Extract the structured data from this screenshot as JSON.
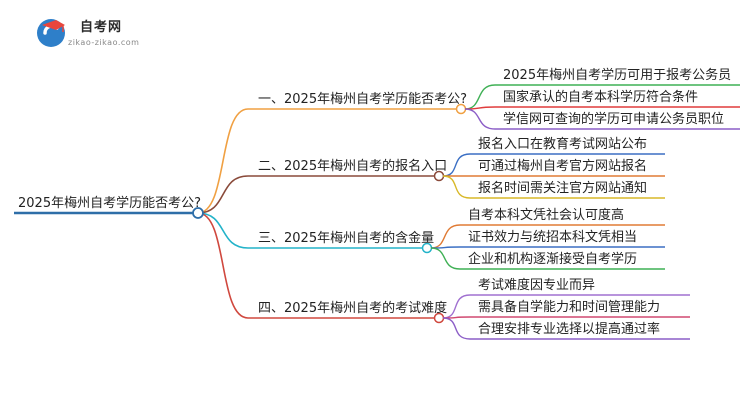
{
  "logo": {
    "title": "自考网",
    "url": "zikao-zikao.com",
    "icon": "graduation-cap-icon"
  },
  "root": {
    "label": "2025年梅州自考学历能否考公?"
  },
  "branches": [
    {
      "label": "一、2025年梅州自考学历能否考公?",
      "color": "#f0a042",
      "children": [
        "2025年梅州自考学历可用于报考公务员",
        "国家承认的自考本科学历符合条件",
        "学信网可查询的学历可申请公务员职位"
      ],
      "child_colors": [
        "#3fb055",
        "#e03c3c",
        "#8c5ec7"
      ]
    },
    {
      "label": "二、2025年梅州自考的报名入口",
      "color": "#8a4a3a",
      "children": [
        "报名入口在教育考试网站公布",
        "可通过梅州自考官方网站报名",
        "报名时间需关注官方网站通知"
      ],
      "child_colors": [
        "#3b6fc4",
        "#e07b35",
        "#d8b828"
      ]
    },
    {
      "label": "三、2025年梅州自考的含金量",
      "color": "#23b3c9",
      "children": [
        "自考本科文凭社会认可度高",
        "证书效力与统招本科文凭相当",
        "企业和机构逐渐接受自考学历"
      ],
      "child_colors": [
        "#e07b35",
        "#3b6fc4",
        "#3fb055"
      ]
    },
    {
      "label": "四、2025年梅州自考的考试难度",
      "color": "#d0483e",
      "children": [
        "考试难度因专业而异",
        "需具备自学能力和时间管理能力",
        "合理安排专业选择以提高通过率"
      ],
      "child_colors": [
        "#a070d0",
        "#d04870",
        "#8c5ec7"
      ]
    }
  ],
  "colors": {
    "root_line": "#2e6ea8"
  }
}
